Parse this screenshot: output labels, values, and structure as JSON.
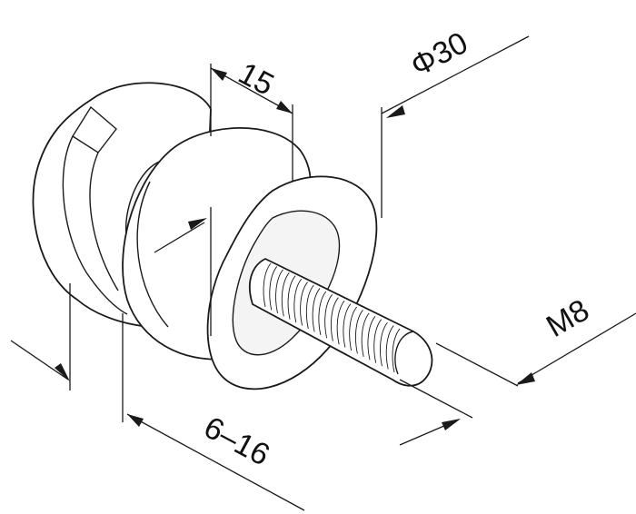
{
  "drawing": {
    "dimensions": {
      "length": "15",
      "diameter": "Φ30",
      "thread": "M8",
      "glass_range": "6–16"
    }
  }
}
